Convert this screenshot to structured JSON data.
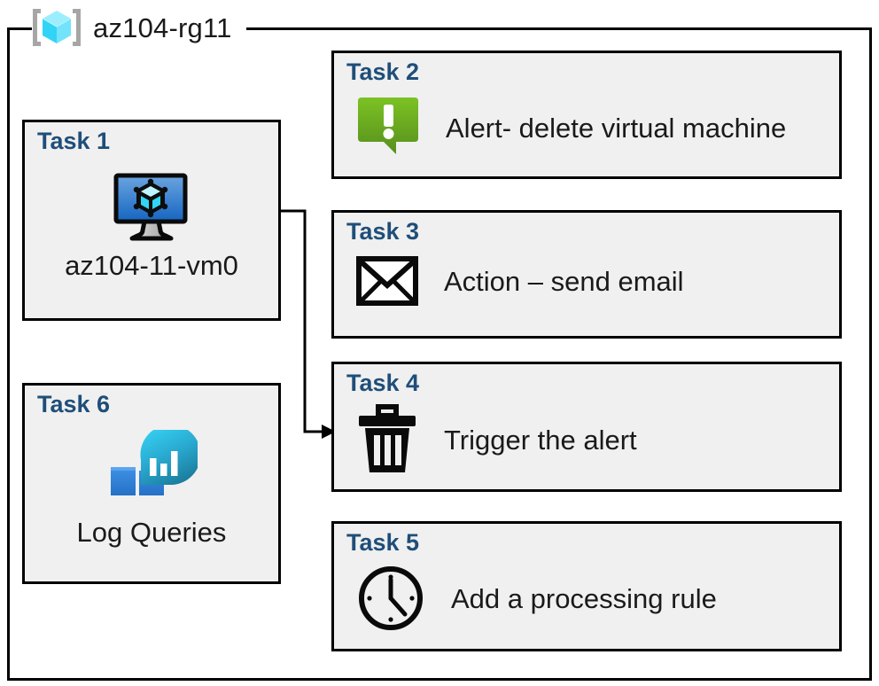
{
  "resource_group": {
    "name": "az104-rg11",
    "icon": "resource-group-icon"
  },
  "colors": {
    "task_label": "#1F4E79",
    "box_fill": "#F0F0F0",
    "box_border": "#000000",
    "rg_icon_cube": "#50E6FF",
    "rg_icon_bracket": "#A6A6A6",
    "vm_screen_top": "#6BA5E0",
    "vm_screen_bottom": "#1565C0",
    "alert_green_top": "#76BC21",
    "alert_green_bottom": "#5C9A1E",
    "log_square_light": "#4F9BEA",
    "log_square_dark": "#2B7CD3",
    "log_drop_top": "#32D4F5",
    "log_drop_bottom": "#1E88A8"
  },
  "tasks": [
    {
      "id": "task1",
      "label": "Task 1",
      "caption": "az104-11-vm0",
      "icon": "virtual-machine-icon",
      "layout": "vertical"
    },
    {
      "id": "task2",
      "label": "Task 2",
      "caption": "Alert- delete virtual machine",
      "icon": "alert-bubble-icon",
      "layout": "horizontal"
    },
    {
      "id": "task3",
      "label": "Task 3",
      "caption": "Action – send email",
      "icon": "envelope-icon",
      "layout": "horizontal"
    },
    {
      "id": "task4",
      "label": "Task 4",
      "caption": "Trigger the alert",
      "icon": "trash-icon",
      "layout": "horizontal"
    },
    {
      "id": "task5",
      "label": "Task 5",
      "caption": "Add a processing rule",
      "icon": "clock-icon",
      "layout": "horizontal"
    },
    {
      "id": "task6",
      "label": "Task 6",
      "caption": "Log Queries",
      "icon": "log-analytics-icon",
      "layout": "vertical"
    }
  ],
  "connector": {
    "from": "task1-vm-icon",
    "to": "task4",
    "arrow": "arrowhead-right"
  }
}
